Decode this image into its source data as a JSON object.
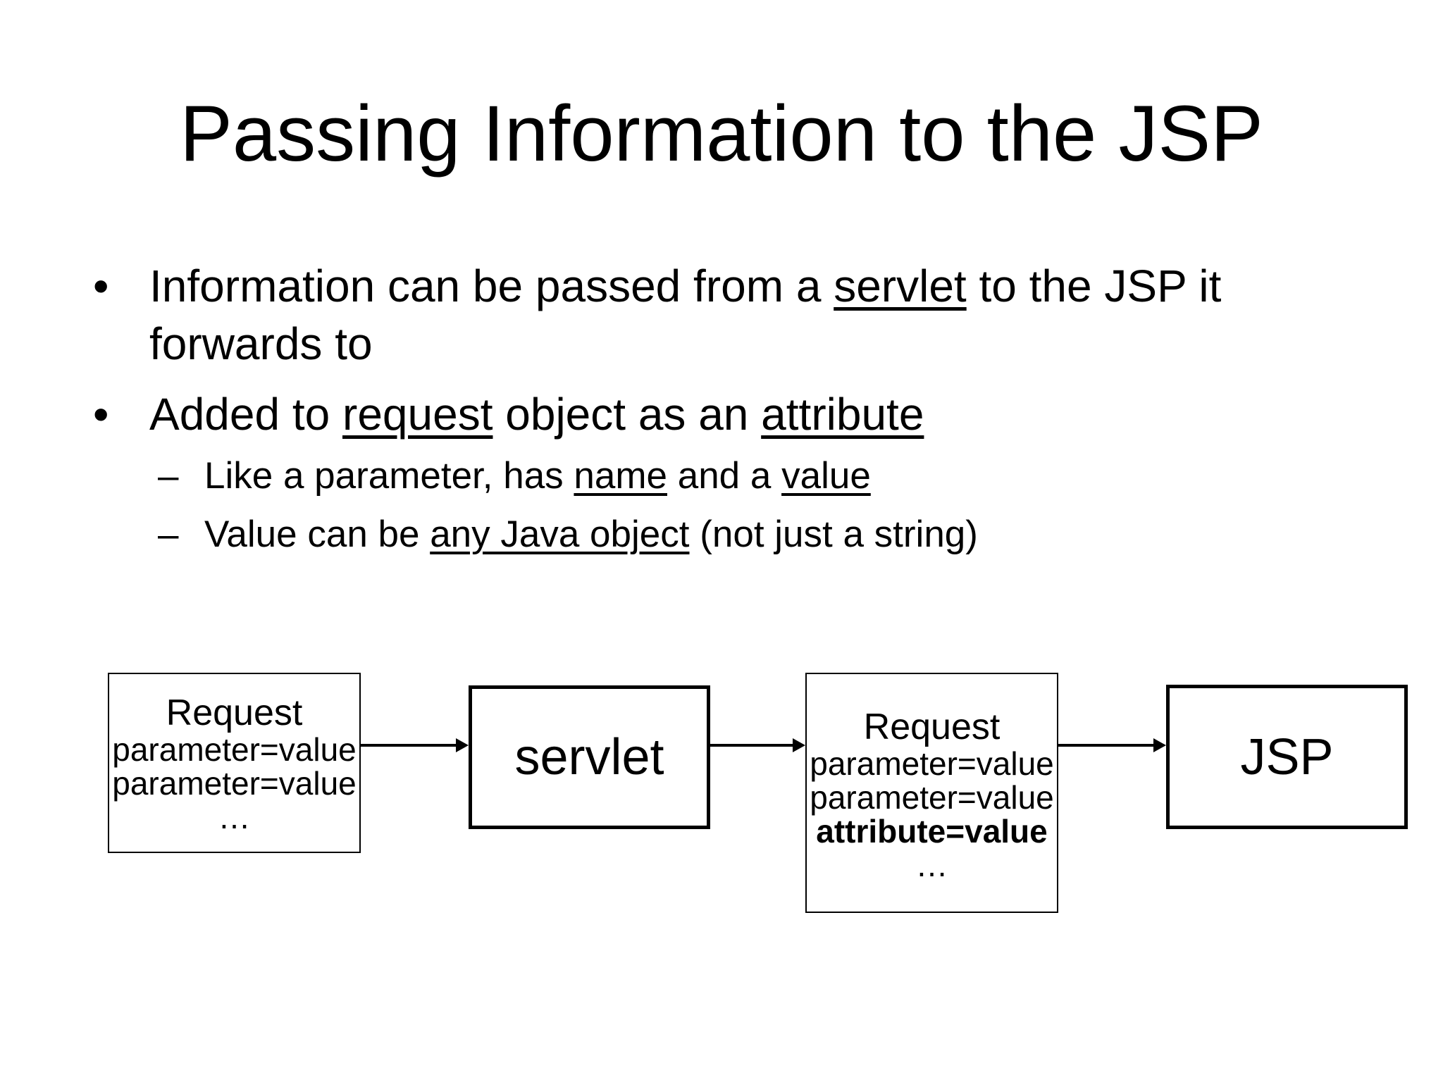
{
  "slide": {
    "title": "Passing Information to the JSP",
    "bullets": [
      {
        "level": 1,
        "marker": "•",
        "segments": [
          {
            "text": "Information can be passed from a "
          },
          {
            "text": "servlet",
            "underline": true
          },
          {
            "text": " to the JSP it"
          },
          {
            "break": true
          },
          {
            "text": "forwards to"
          }
        ]
      },
      {
        "level": 1,
        "marker": "•",
        "segments": [
          {
            "text": "Added to "
          },
          {
            "text": "request",
            "underline": true
          },
          {
            "text": " object as an "
          },
          {
            "text": "attribute",
            "underline": true
          }
        ]
      },
      {
        "level": 2,
        "marker": "–",
        "segments": [
          {
            "text": "Like a parameter, has "
          },
          {
            "text": "name",
            "underline": true
          },
          {
            "text": " and a "
          },
          {
            "text": "value",
            "underline": true
          }
        ]
      },
      {
        "level": 2,
        "marker": "–",
        "segments": [
          {
            "text": "Value can be "
          },
          {
            "text": "any Java object",
            "underline": true
          },
          {
            "text": " (not just a string)"
          }
        ]
      }
    ]
  },
  "diagram": {
    "request_before": {
      "title": "Request",
      "lines": [
        {
          "text": "parameter=value"
        },
        {
          "text": "parameter=value"
        },
        {
          "text": "…"
        }
      ]
    },
    "servlet_label": "servlet",
    "request_after": {
      "title": "Request",
      "lines": [
        {
          "text": "parameter=value"
        },
        {
          "text": "parameter=value"
        },
        {
          "text": "attribute=value",
          "bold": true
        },
        {
          "text": "…"
        }
      ]
    },
    "jsp_label": "JSP"
  },
  "colors": {
    "background": "#ffffff",
    "text": "#000000",
    "border": "#000000"
  }
}
